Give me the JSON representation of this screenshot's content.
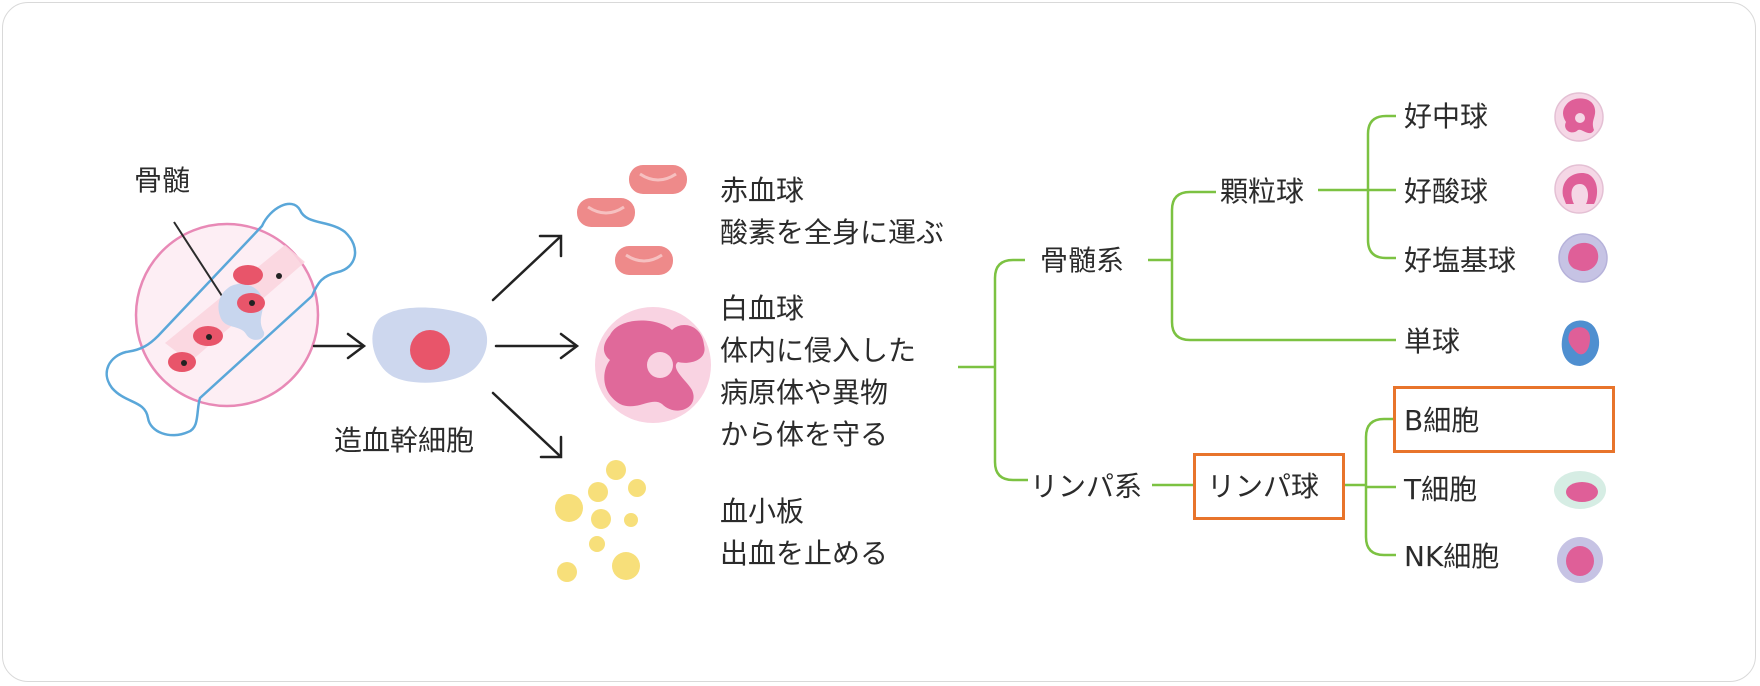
{
  "labels": {
    "bone_marrow": "骨髄",
    "stem_cell": "造血幹細胞",
    "rbc_name": "赤血球",
    "rbc_role": "酸素を全身に運ぶ",
    "wbc_name": "白血球",
    "wbc_role_1": "体内に侵入した",
    "wbc_role_2": "病原体や異物",
    "wbc_role_3": "から体を守る",
    "platelet_name": "血小板",
    "platelet_role": "出血を止める",
    "myeloid": "骨髄系",
    "lymphoid": "リンパ系",
    "granulocyte": "顆粒球",
    "lymphocyte": "リンパ球",
    "neutrophil": "好中球",
    "eosinophil": "好酸球",
    "basophil": "好塩基球",
    "monocyte": "単球",
    "b_cell": "B細胞",
    "t_cell": "T細胞",
    "nk_cell": "NK細胞"
  },
  "colors": {
    "tree_line": "#7cc242",
    "highlight_box": "#e8742b",
    "arrow": "#222222",
    "bone_outline": "#5aa7d9",
    "marrow_circle": "#e889b6",
    "rbc": "#ee8a8a",
    "platelet": "#f7df7a",
    "wbc": "#e0699a"
  }
}
